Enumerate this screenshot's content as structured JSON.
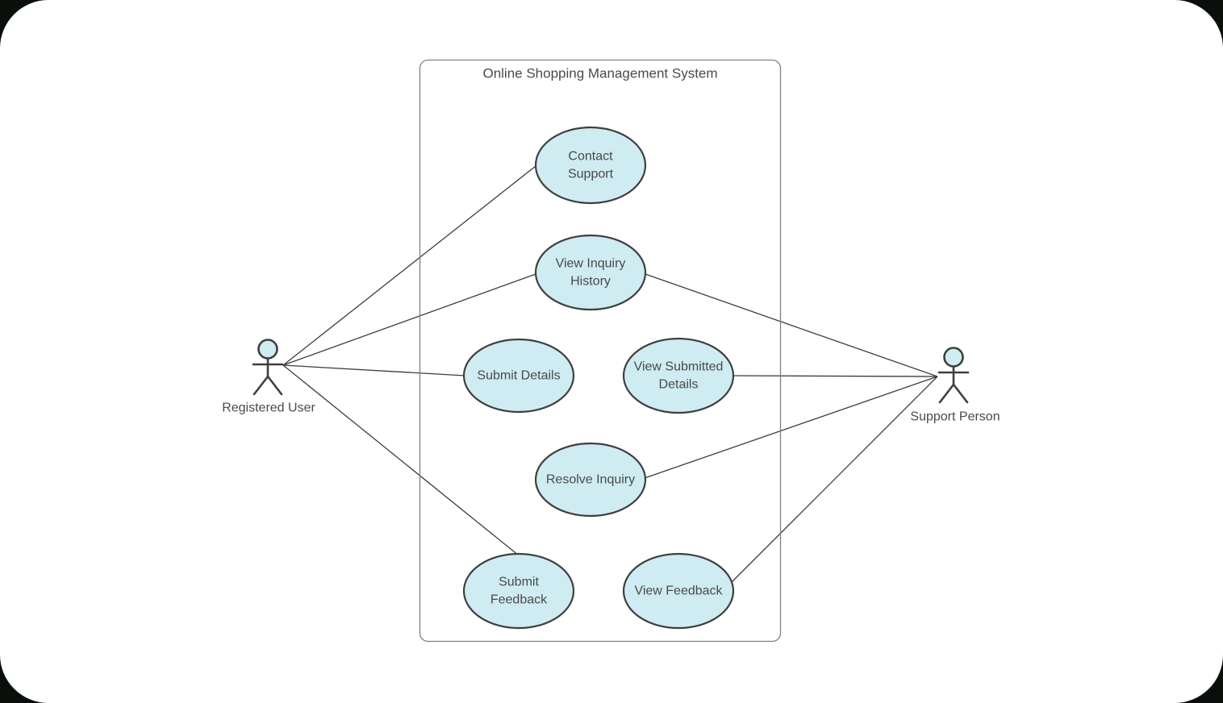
{
  "diagram": {
    "type": "uml-use-case",
    "system": {
      "title": "Online Shopping Management System"
    },
    "actors": [
      {
        "name": "Registered User"
      },
      {
        "name": "Support Person"
      }
    ],
    "use_cases": [
      {
        "label": "Contact Support",
        "lines": [
          "Contact",
          "Support"
        ]
      },
      {
        "label": "View Inquiry History",
        "lines": [
          "View Inquiry",
          "History"
        ]
      },
      {
        "label": "Submit Details",
        "lines": [
          "Submit Details"
        ]
      },
      {
        "label": "View Submitted Details",
        "lines": [
          "View Submitted",
          "Details"
        ]
      },
      {
        "label": "Resolve Inquiry",
        "lines": [
          "Resolve Inquiry"
        ]
      },
      {
        "label": "Submit Feedback",
        "lines": [
          "Submit",
          "Feedback"
        ]
      },
      {
        "label": "View Feedback",
        "lines": [
          "View Feedback"
        ]
      }
    ],
    "associations": [
      {
        "from": "Registered User",
        "to": "Contact Support"
      },
      {
        "from": "Registered User",
        "to": "View Inquiry History"
      },
      {
        "from": "Registered User",
        "to": "Submit Details"
      },
      {
        "from": "Registered User",
        "to": "Submit Feedback"
      },
      {
        "from": "Support Person",
        "to": "View Inquiry History"
      },
      {
        "from": "Support Person",
        "to": "View Submitted Details"
      },
      {
        "from": "Support Person",
        "to": "Resolve Inquiry"
      },
      {
        "from": "Support Person",
        "to": "View Feedback"
      }
    ]
  },
  "colors": {
    "canvas_background": "#0b0f0b",
    "page_background": "#ffffff",
    "ellipse_fill": "#cfecf2",
    "shape_stroke": "#3f3f3f",
    "boundary_stroke": "#7f7f7f",
    "association_line": "#3c3c3c",
    "text_color": "#4a4a4a"
  }
}
